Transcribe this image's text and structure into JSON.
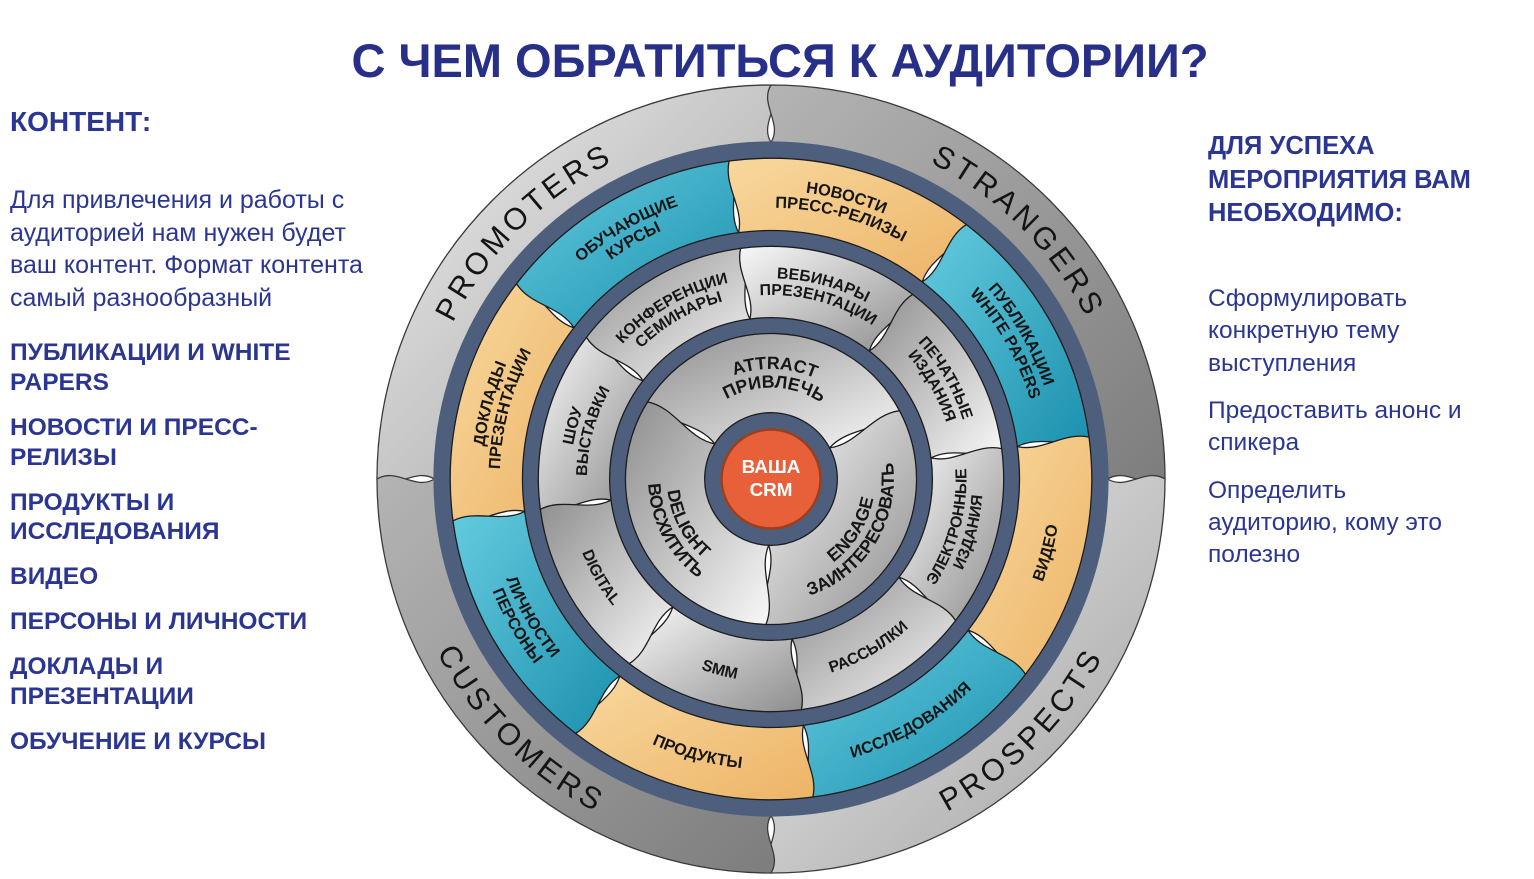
{
  "title": "С ЧЕМ ОБРАТИТЬСЯ К АУДИТОРИИ?",
  "left_panel": {
    "heading": "КОНТЕНТ:",
    "intro": "Для привлечения и работы с аудиторией нам нужен будет ваш контент. Формат контента самый разнообразный",
    "items": [
      "ПУБЛИКАЦИИ И WHITE PAPERS",
      "НОВОСТИ И ПРЕСС-РЕЛИЗЫ",
      "ПРОДУКТЫ И ИССЛЕДОВАНИЯ",
      "ВИДЕО",
      "ПЕРСОНЫ И ЛИЧНОСТИ",
      "ДОКЛАДЫ И ПРЕЗЕНТАЦИИ",
      "ОБУЧЕНИЕ И КУРСЫ"
    ]
  },
  "right_panel": {
    "heading": "ДЛЯ УСПЕХА МЕРОПРИЯТИЯ ВАМ НЕОБХОДИМО:",
    "items": [
      "Сформулировать конкретную тему выступления",
      "Предоставить анонс и спикера",
      "Определить аудиторию, кому это полезно"
    ]
  },
  "colors": {
    "accent_blue": "#2b3692",
    "slate_ring": "#4e5f7d",
    "teal_light": "#64cbdf",
    "teal_dark": "#1b90ae",
    "orange_light": "#f8d89e",
    "orange_dark": "#edb467",
    "silver_light": "#f8f8f8",
    "silver_dark": "#8e8e8e",
    "outer_gray_light": "#ececec",
    "outer_gray_dark": "#7d7d7d",
    "center_fill": "#e8603a",
    "center_edge": "#9c3f1d",
    "center_text": "#ffffff",
    "label_ink": "#161616"
  },
  "diagram": {
    "audience_ring": {
      "segments": [
        {
          "id": "promoters",
          "label": "PROMOTERS",
          "center_angle": 315,
          "span": 90
        },
        {
          "id": "strangers",
          "label": "STRANGERS",
          "center_angle": 45,
          "span": 90
        },
        {
          "id": "prospects",
          "label": "PROSPECTS",
          "center_angle": 135,
          "span": 90
        },
        {
          "id": "customers",
          "label": "CUSTOMERS",
          "center_angle": 225,
          "span": 90
        }
      ]
    },
    "content_ring": {
      "segments": [
        {
          "id": "reports-presentations",
          "lines": [
            "ДОКЛАДЫ",
            "ПРЕЗЕНТАЦИИ"
          ],
          "color": "orange",
          "center_angle": 285,
          "span": 45
        },
        {
          "id": "training-courses",
          "lines": [
            "ОБУЧАЮЩИЕ",
            "КУРСЫ"
          ],
          "color": "teal",
          "center_angle": 330,
          "span": 45
        },
        {
          "id": "news-press-releases",
          "lines": [
            "НОВОСТИ",
            "ПРЕСС-РЕЛИЗЫ"
          ],
          "color": "orange",
          "center_angle": 15,
          "span": 45
        },
        {
          "id": "publications-white-papers",
          "lines": [
            "ПУБЛИКАЦИИ",
            "WHITE PAPERS"
          ],
          "color": "teal",
          "center_angle": 60,
          "span": 45
        },
        {
          "id": "video",
          "lines": [
            "ВИДЕО"
          ],
          "color": "orange",
          "center_angle": 105,
          "span": 45
        },
        {
          "id": "research",
          "lines": [
            "ИССЛЕДОВАНИЯ"
          ],
          "color": "teal",
          "center_angle": 150,
          "span": 45
        },
        {
          "id": "products",
          "lines": [
            "ПРОДУКТЫ"
          ],
          "color": "orange",
          "center_angle": 195,
          "span": 45
        },
        {
          "id": "personalities-personas",
          "lines": [
            "ЛИЧНОСТИ",
            "ПЕРСОНЫ"
          ],
          "color": "teal",
          "center_angle": 240,
          "span": 45
        }
      ]
    },
    "channels_ring": {
      "segments": [
        {
          "id": "show-exhibitions",
          "lines": [
            "ШОУ",
            "ВЫСТАВКИ"
          ],
          "center_angle": 285,
          "span": 45
        },
        {
          "id": "conferences-seminars",
          "lines": [
            "КОНФЕРЕНЦИИ",
            "СЕМИНАРЫ"
          ],
          "center_angle": 330,
          "span": 45
        },
        {
          "id": "webinars-presentations",
          "lines": [
            "ВЕБИНАРЫ",
            "ПРЕЗЕНТАЦИИ"
          ],
          "center_angle": 15,
          "span": 45
        },
        {
          "id": "print-editions",
          "lines": [
            "ПЕЧАТНЫЕ",
            "ИЗДАНИЯ"
          ],
          "center_angle": 60,
          "span": 45
        },
        {
          "id": "electronic-editions",
          "lines": [
            "ЭЛЕКТРОННЫЕ",
            "ИЗДАНИЯ"
          ],
          "center_angle": 105,
          "span": 45
        },
        {
          "id": "mailings",
          "lines": [
            "РАССЫЛКИ"
          ],
          "center_angle": 150,
          "span": 45
        },
        {
          "id": "smm",
          "lines": [
            "SMM"
          ],
          "center_angle": 195,
          "span": 45
        },
        {
          "id": "digital",
          "lines": [
            "DIGITAL"
          ],
          "center_angle": 240,
          "span": 45
        }
      ]
    },
    "funnel_ring": {
      "segments": [
        {
          "id": "attract",
          "lines": [
            "ATTRACT",
            "ПРИВЛЕЧЬ"
          ],
          "center_angle": 2,
          "span": 120
        },
        {
          "id": "engage",
          "lines": [
            "ENGAGE",
            "ЗАИНТЕРЕСОВАТЬ"
          ],
          "center_angle": 122,
          "span": 120
        },
        {
          "id": "delight",
          "lines": [
            "DELIGHT",
            "ВОСХИТИТЬ"
          ],
          "center_angle": 242,
          "span": 120
        }
      ]
    },
    "center": {
      "id": "your-crm",
      "lines": [
        "ВАША",
        "CRM"
      ]
    }
  }
}
